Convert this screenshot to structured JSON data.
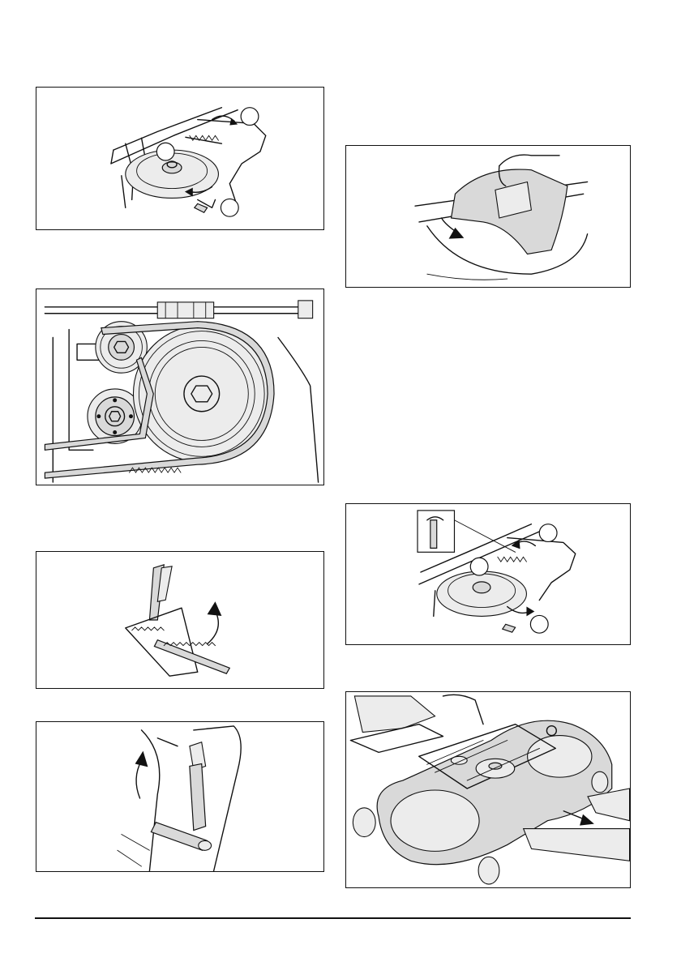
{
  "figures": [
    {
      "id": "fig-1",
      "callouts": [
        "",
        "",
        ""
      ]
    },
    {
      "id": "fig-2"
    },
    {
      "id": "fig-3"
    },
    {
      "id": "fig-4"
    },
    {
      "id": "fig-5"
    },
    {
      "id": "fig-6",
      "callouts": [
        "",
        "",
        ""
      ]
    },
    {
      "id": "fig-7"
    }
  ],
  "colors": {
    "line": "#111111",
    "shade": "#d9d9d9",
    "background": "#ffffff"
  },
  "icons": [
    "arrow-icon",
    "callout-circle-icon"
  ]
}
